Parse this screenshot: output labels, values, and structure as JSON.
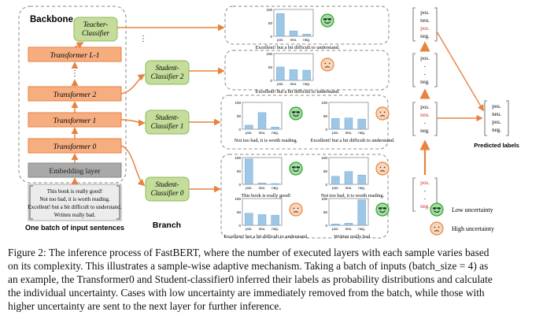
{
  "backbone": {
    "title": "Backbone",
    "teacher": [
      "Teacher-",
      "Classifier"
    ],
    "layers": [
      "Transformer L-1",
      "Transformer 2",
      "Transformer 1",
      "Transformer 0"
    ],
    "embedding": "Embedding layer",
    "batch_label": "One batch of input sentences",
    "input_sentences": [
      "This book is really good!",
      "Not too bad, it is worth reading.",
      "Excellent! but a bit difficult to understand.",
      "Written really bad."
    ]
  },
  "branch": {
    "label": "Branch",
    "students": [
      [
        "Student-",
        "Classifier 2"
      ],
      [
        "Student-",
        "Classifier 1"
      ],
      [
        "Student-",
        "Classifier 0"
      ]
    ]
  },
  "chart_axis_labels": [
    "pos.",
    "neu.",
    "neg."
  ],
  "chart_y_ticks": [
    "100",
    "50",
    "0"
  ],
  "panels": [
    {
      "name": "teacher-panel",
      "charts": [
        {
          "values": [
            85,
            20,
            8
          ],
          "face": "happy",
          "caption": "Excellent!  but a bit difficult to understand."
        }
      ]
    },
    {
      "name": "student-2-panel",
      "charts": [
        {
          "values": [
            50,
            40,
            38
          ],
          "face": "sad",
          "caption": "Excellent!  but a bit difficult to understand."
        }
      ]
    },
    {
      "name": "student-1-panel",
      "charts": [
        {
          "values": [
            15,
            62,
            8
          ],
          "face": "happy",
          "caption": "Not too bad, it is worth reading."
        },
        {
          "values": [
            40,
            42,
            38
          ],
          "face": "sad",
          "caption": "Excellent!  but a bit difficult to understand."
        }
      ]
    },
    {
      "name": "student-0-panel",
      "charts": [
        {
          "values": [
            95,
            5,
            3
          ],
          "face": "happy",
          "caption": "This book is really good!"
        },
        {
          "values": [
            30,
            48,
            35
          ],
          "face": "sad",
          "caption": "Not too bad, it is worth reading."
        },
        {
          "values": [
            45,
            40,
            38
          ],
          "face": "sad",
          "caption": "Excellent!  but a bit difficult to understand."
        },
        {
          "values": [
            5,
            8,
            95
          ],
          "face": "happy",
          "caption": "Written really  bad."
        }
      ]
    }
  ],
  "label_columns": [
    {
      "items": [
        {
          "t": "pos.",
          "c": "#111111"
        },
        {
          "t": "neu.",
          "c": "#111111"
        },
        {
          "t": "pos.",
          "c": "#d62728"
        },
        {
          "t": "neg.",
          "c": "#111111"
        }
      ]
    },
    {
      "items": [
        {
          "t": "pos.",
          "c": "#111111"
        },
        {
          "t": "-",
          "c": "#111111"
        },
        {
          "t": "-",
          "c": "#111111"
        },
        {
          "t": "neg.",
          "c": "#111111"
        }
      ]
    },
    {
      "items": [
        {
          "t": "pos.",
          "c": "#111111"
        },
        {
          "t": "neu.",
          "c": "#d62728"
        },
        {
          "t": "-",
          "c": "#111111"
        },
        {
          "t": "neg.",
          "c": "#111111"
        }
      ]
    },
    {
      "items": [
        {
          "t": "pos.",
          "c": "#d62728"
        },
        {
          "t": "-",
          "c": "#111111"
        },
        {
          "t": "-",
          "c": "#111111"
        },
        {
          "t": "neg.",
          "c": "#d62728"
        }
      ]
    }
  ],
  "predicted": {
    "items": [
      "pos.",
      "neu.",
      "pos.",
      "neg."
    ],
    "label": "Predicted labels"
  },
  "legend": [
    {
      "face": "happy",
      "label": "Low uncertainty"
    },
    {
      "face": "sad",
      "label": "High uncertainty"
    }
  ],
  "colors": {
    "green": "#c5dd9b",
    "green_stroke": "#8db85a",
    "orange": "#f6ae80",
    "orange_stroke": "#e8823e",
    "arrow": "#e8823e",
    "bar": "#9ec7e6",
    "bar_stroke": "#5b9bd0",
    "gray": "#a9a9a9"
  },
  "caption": {
    "lines": [
      "Figure 2: The inference process of FastBERT, where the number of executed layers with each sample varies based",
      "on its complexity. This illustrates a sample-wise adaptive mechanism. Taking a batch of inputs (batch_size = 4) as",
      "an example, the Transformer0 and Student-classifier0 inferred their labels as probability distributions and calculate",
      "the individual uncertainty. Cases with low uncertainty are immediately removed from the batch, while those with",
      "higher uncertainty are sent to the next layer for further inference."
    ]
  }
}
